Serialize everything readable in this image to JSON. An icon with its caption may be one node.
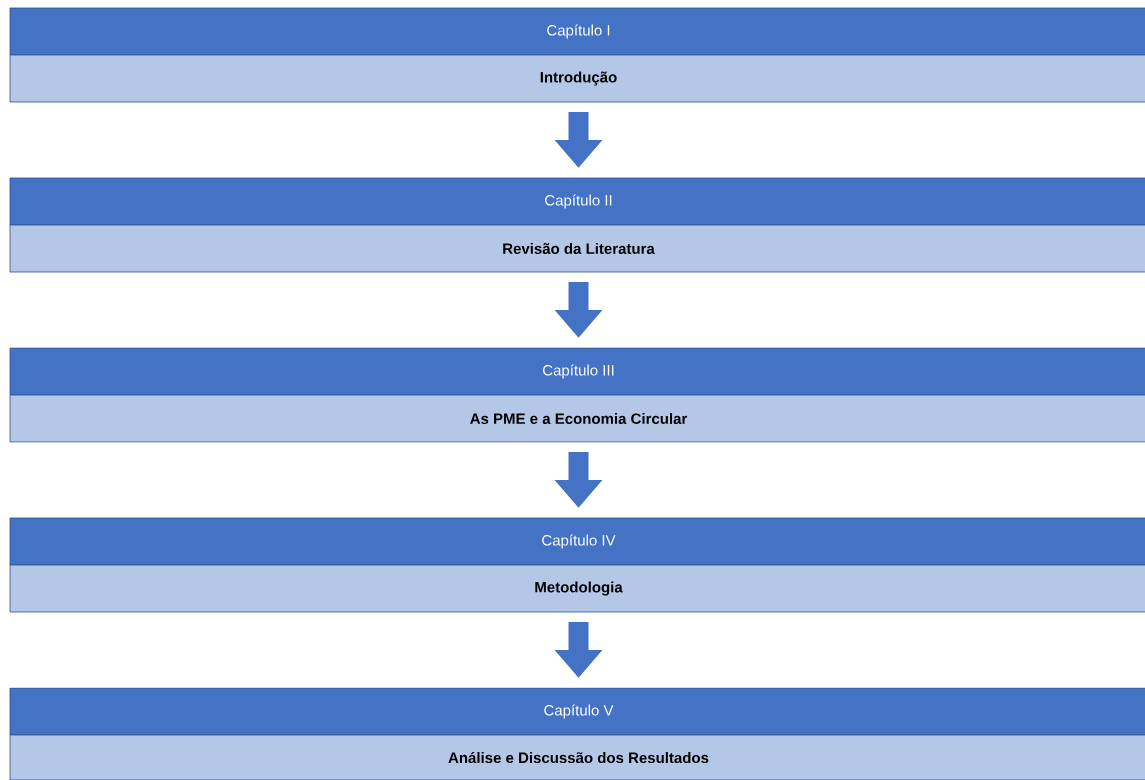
{
  "diagram": {
    "nodes": [
      {
        "text": [
          "Capítulo I"
        ]
      },
      {
        "text": [
          "Introdução"
        ]
      },
      {
        "text": [
          "Capítulo II"
        ]
      },
      {
        "text": [
          "Revisão da Literatura"
        ]
      },
      {
        "text": [
          "Capítulo III"
        ]
      },
      {
        "text": [
          "As PME e a Economia Circular"
        ]
      },
      {
        "text": [
          "Capítulo IV"
        ]
      },
      {
        "text": [
          "Metodologia"
        ]
      },
      {
        "text": [
          "Capítulo V"
        ]
      },
      {
        "text": [
          "Análise e Discussão dos Resultados"
        ]
      }
    ],
    "edges": [
      {
        "from": 1,
        "to": 2,
        "arrow": "to"
      },
      {
        "from": 3,
        "to": 4,
        "arrow": "to"
      },
      {
        "from": 5,
        "to": 6,
        "arrow": "to"
      },
      {
        "from": 7,
        "to": 8,
        "arrow": "to"
      }
    ]
  }
}
